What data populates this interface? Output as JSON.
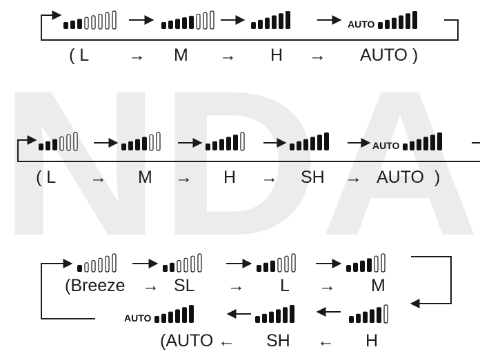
{
  "watermark": "NDA",
  "auto_tag": "AUTO",
  "diagrams": [
    {
      "id": "three-speed",
      "labels": [
        "( L",
        "→",
        "M",
        "→",
        "H",
        "→",
        "AUTO )"
      ],
      "icons": [
        {
          "level": 3,
          "total": 8
        },
        {
          "level": 5,
          "total": 8
        },
        {
          "level": 6,
          "total": 6
        },
        {
          "level": 6,
          "total": 6,
          "auto": true
        }
      ]
    },
    {
      "id": "four-speed",
      "labels": [
        "( L",
        "→",
        "M",
        "→",
        "H",
        "→",
        "SH",
        "→",
        "AUTO",
        ")"
      ],
      "icons": [
        {
          "level": 3,
          "total": 6
        },
        {
          "level": 4,
          "total": 6
        },
        {
          "level": 5,
          "total": 6
        },
        {
          "level": 6,
          "total": 6
        },
        {
          "level": 6,
          "total": 6,
          "auto": true
        }
      ]
    },
    {
      "id": "six-speed",
      "labels_row1": [
        "(Breeze",
        "→",
        "SL",
        "→",
        "L",
        "→",
        "M"
      ],
      "labels_row2": [
        "(AUTO",
        "←",
        "SH",
        "←",
        "H"
      ],
      "icons_row1": [
        {
          "level": 1,
          "total": 6
        },
        {
          "level": 2,
          "total": 6
        },
        {
          "level": 3,
          "total": 6
        },
        {
          "level": 4,
          "total": 6
        }
      ],
      "icons_row2": [
        {
          "level": 6,
          "total": 6,
          "auto": true
        },
        {
          "level": 6,
          "total": 6
        },
        {
          "level": 5,
          "total": 6
        }
      ]
    }
  ]
}
